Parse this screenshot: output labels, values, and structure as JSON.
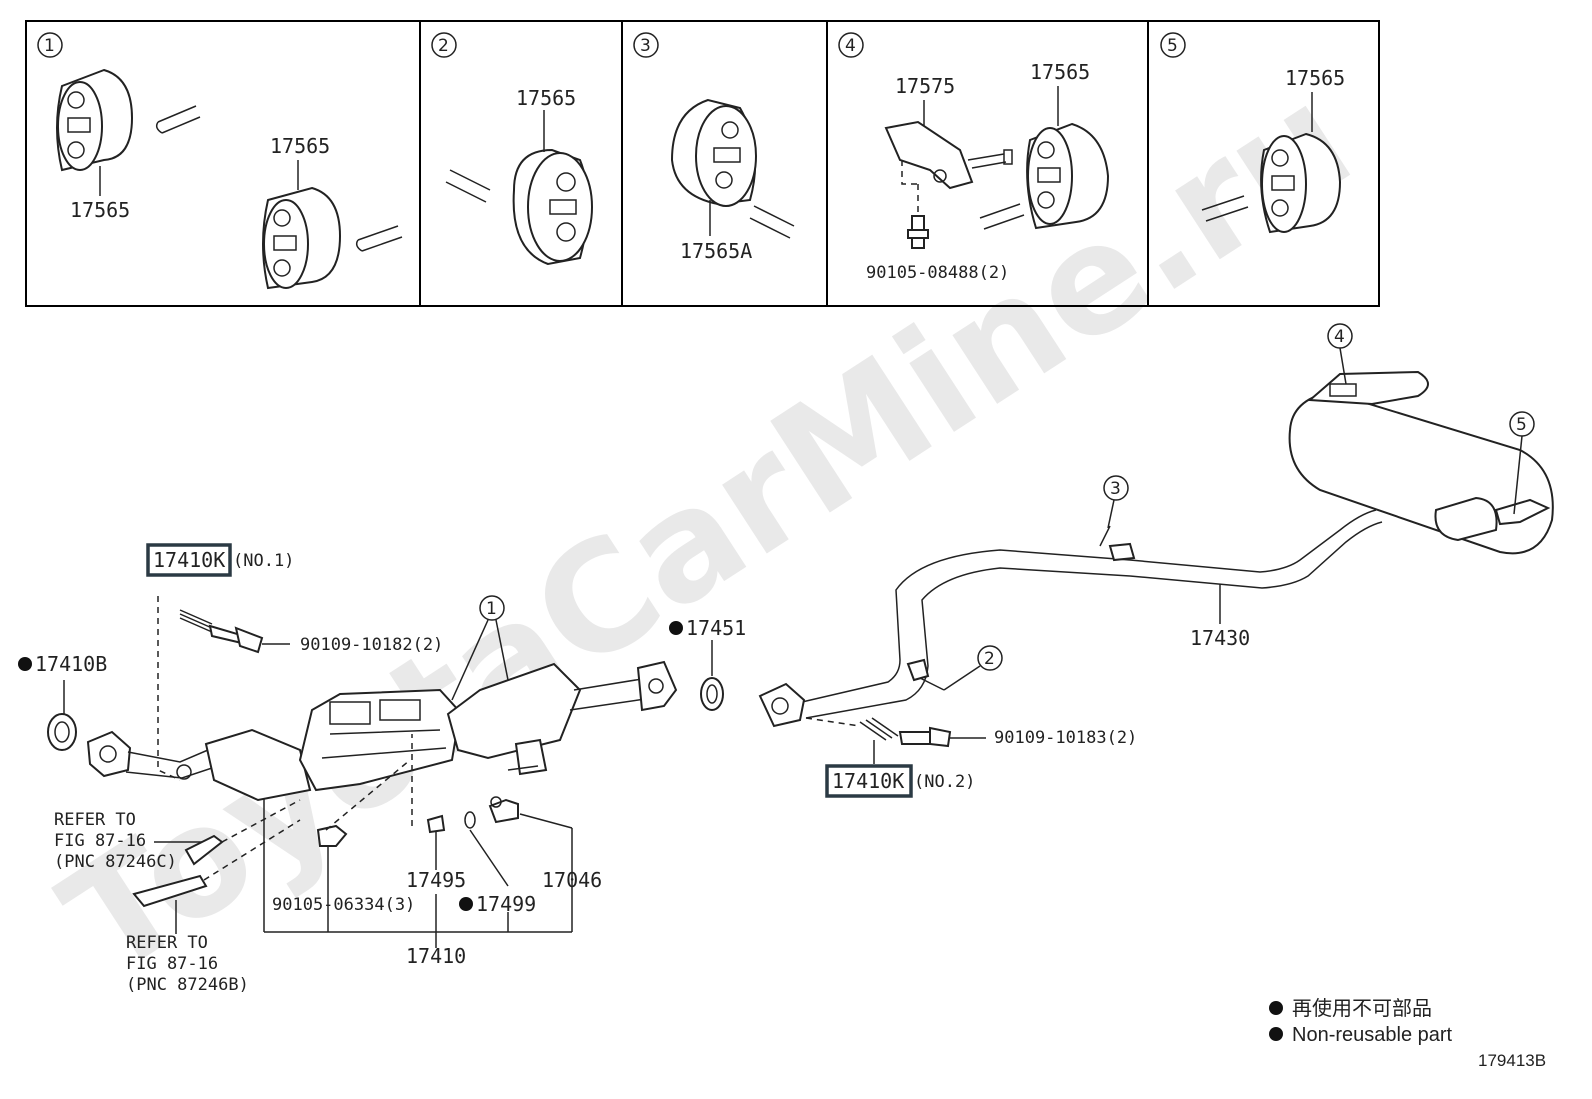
{
  "watermark": "ToyotaCarMine.ru",
  "insets": [
    {
      "num": "1",
      "labels": [
        "17565",
        "17565"
      ]
    },
    {
      "num": "2",
      "labels": [
        "17565"
      ]
    },
    {
      "num": "3",
      "labels": [
        "17565A"
      ]
    },
    {
      "num": "4",
      "labels": [
        "17575",
        "17565",
        "90105-08488(2)"
      ]
    },
    {
      "num": "5",
      "labels": [
        "17565"
      ]
    }
  ],
  "main": {
    "callouts": [
      "1",
      "2",
      "3",
      "4",
      "5"
    ],
    "part_17410k_no1": {
      "code": "17410K",
      "suffix": "(NO.1)"
    },
    "part_17410k_no2": {
      "code": "17410K",
      "suffix": "(NO.2)"
    },
    "bolt_no1": "90109-10182(2)",
    "bolt_no2": "90109-10183(2)",
    "gasket_17410b": "17410B",
    "gasket_17451": "17451",
    "pipe_17430": "17430",
    "assy_17410": "17410",
    "sensor_17495": "17495",
    "ring_17499": "17499",
    "sensor_17046": "17046",
    "bolt_90105": "90105-06334(3)",
    "refer_c": [
      "REFER TO",
      "FIG 87-16",
      "(PNC 87246C)"
    ],
    "refer_b": [
      "REFER TO",
      "FIG 87-16",
      "(PNC 87246B)"
    ]
  },
  "legend": {
    "jp": "再使用不可部品",
    "en": "Non-reusable part"
  },
  "figure_id": "179413B"
}
